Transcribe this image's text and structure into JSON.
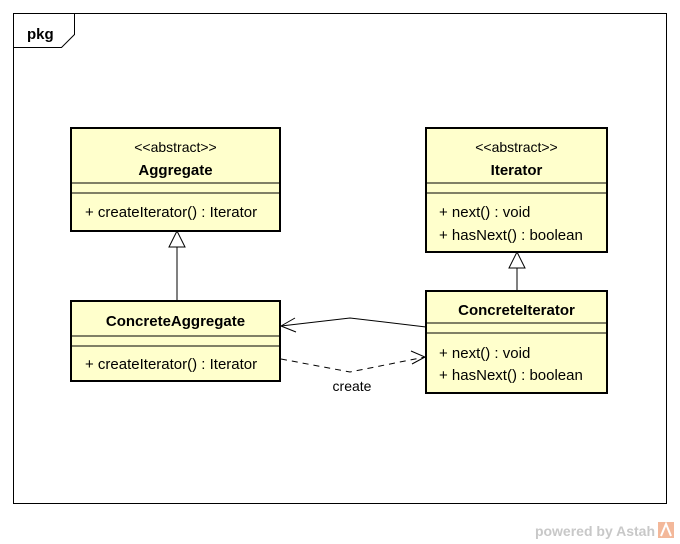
{
  "package": {
    "name": "pkg"
  },
  "classes": {
    "aggregate": {
      "stereotype": "<<abstract>>",
      "name": "Aggregate",
      "operations": [
        "+ createIterator() : Iterator"
      ]
    },
    "iterator": {
      "stereotype": "<<abstract>>",
      "name": "Iterator",
      "operations": [
        "+ next() : void",
        "+ hasNext() : boolean"
      ]
    },
    "concrete_aggregate": {
      "name": "ConcreteAggregate",
      "operations": [
        "+ createIterator() : Iterator"
      ]
    },
    "concrete_iterator": {
      "name": "ConcreteIterator",
      "operations": [
        "+ next() : void",
        "+ hasNext() : boolean"
      ]
    }
  },
  "relations": {
    "create_label": "create"
  },
  "watermark": {
    "text": "powered by Astah"
  },
  "colors": {
    "class_fill": "#ffffcc",
    "class_border": "#000000",
    "line": "#000000"
  }
}
